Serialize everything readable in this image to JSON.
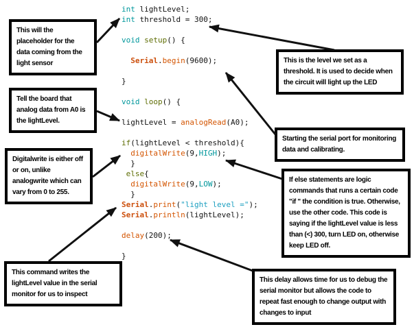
{
  "callouts": {
    "placeholder": "This will the placeholder for the  data coming from the light sensor",
    "analog": "Tell the board that analog data from A0 is the lightLevel.",
    "digitalwrite": "Digitalwrite is either off or on, unlike analogwrite which can vary from 0 to 255.",
    "serial_monitor": "This command writes the lightLevel value in the serial monitor for us to inspect",
    "threshold": "This is the level we set as a threshold. It is used to decide when the circuit will light up the LED",
    "serial_port": "Starting the serial port for monitoring data and calibrating.",
    "if_else": "If else statements are logic commands that runs a certain code \"if \" the condition is true. Otherwise, use the other code. This code is saying if the lightLevel value is less than (<) 300, turn LED on, otherwise keep LED off.",
    "delay": "This delay allows time for us to debug the serial monitor but allows the code to repeat fast enough to change output with changes to input"
  },
  "code": {
    "language": "arduino",
    "lines": [
      [
        {
          "c": "kw",
          "t": "int"
        },
        {
          "c": "pl",
          "t": " lightLevel;"
        }
      ],
      [
        {
          "c": "kw",
          "t": "int"
        },
        {
          "c": "pl",
          "t": " threshold = 300;"
        }
      ],
      [],
      [
        {
          "c": "kw",
          "t": "void"
        },
        {
          "c": "pl",
          "t": " "
        },
        {
          "c": "ol",
          "t": "setup"
        },
        {
          "c": "pl",
          "t": "() {"
        }
      ],
      [],
      [
        {
          "c": "pl",
          "t": "  "
        },
        {
          "c": "se",
          "t": "Serial"
        },
        {
          "c": "pl",
          "t": "."
        },
        {
          "c": "fn",
          "t": "begin"
        },
        {
          "c": "pl",
          "t": "(9600);"
        }
      ],
      [],
      [
        {
          "c": "pl",
          "t": "}"
        }
      ],
      [],
      [
        {
          "c": "kw",
          "t": "void"
        },
        {
          "c": "pl",
          "t": " "
        },
        {
          "c": "ol",
          "t": "loop"
        },
        {
          "c": "pl",
          "t": "() {"
        }
      ],
      [],
      [
        {
          "c": "pl",
          "t": "lightLevel = "
        },
        {
          "c": "fn",
          "t": "analogRead"
        },
        {
          "c": "pl",
          "t": "(A0);"
        }
      ],
      [],
      [
        {
          "c": "ol",
          "t": "if"
        },
        {
          "c": "pl",
          "t": "(lightLevel < threshold){"
        }
      ],
      [
        {
          "c": "pl",
          "t": "  "
        },
        {
          "c": "fn",
          "t": "digitalWrite"
        },
        {
          "c": "pl",
          "t": "(9,"
        },
        {
          "c": "kw",
          "t": "HIGH"
        },
        {
          "c": "pl",
          "t": ");"
        }
      ],
      [
        {
          "c": "pl",
          "t": "  }"
        }
      ],
      [
        {
          "c": "pl",
          "t": " "
        },
        {
          "c": "ol",
          "t": "else"
        },
        {
          "c": "pl",
          "t": "{"
        }
      ],
      [
        {
          "c": "pl",
          "t": "  "
        },
        {
          "c": "fn",
          "t": "digitalWrite"
        },
        {
          "c": "pl",
          "t": "(9,"
        },
        {
          "c": "kw",
          "t": "LOW"
        },
        {
          "c": "pl",
          "t": ");"
        }
      ],
      [
        {
          "c": "pl",
          "t": "  }"
        }
      ],
      [
        {
          "c": "se",
          "t": "Serial"
        },
        {
          "c": "pl",
          "t": "."
        },
        {
          "c": "fn",
          "t": "print"
        },
        {
          "c": "pl",
          "t": "("
        },
        {
          "c": "st",
          "t": "\"light level =\""
        },
        {
          "c": "pl",
          "t": ");"
        }
      ],
      [
        {
          "c": "se",
          "t": "Serial"
        },
        {
          "c": "pl",
          "t": "."
        },
        {
          "c": "fn",
          "t": "println"
        },
        {
          "c": "pl",
          "t": "(lightLevel);"
        }
      ],
      [],
      [
        {
          "c": "fn",
          "t": "delay"
        },
        {
          "c": "pl",
          "t": "(200);"
        }
      ],
      [],
      [
        {
          "c": "pl",
          "t": "}"
        }
      ]
    ]
  },
  "colors": {
    "keyword_teal": "#00979C",
    "keyword_olive": "#5E6D03",
    "function_orange": "#D35400",
    "serial_orange": "#CC4F0C",
    "string_blue": "#1C9FC0",
    "code_plain": "#111111",
    "callout_border": "#000000",
    "arrow": "#111111"
  }
}
